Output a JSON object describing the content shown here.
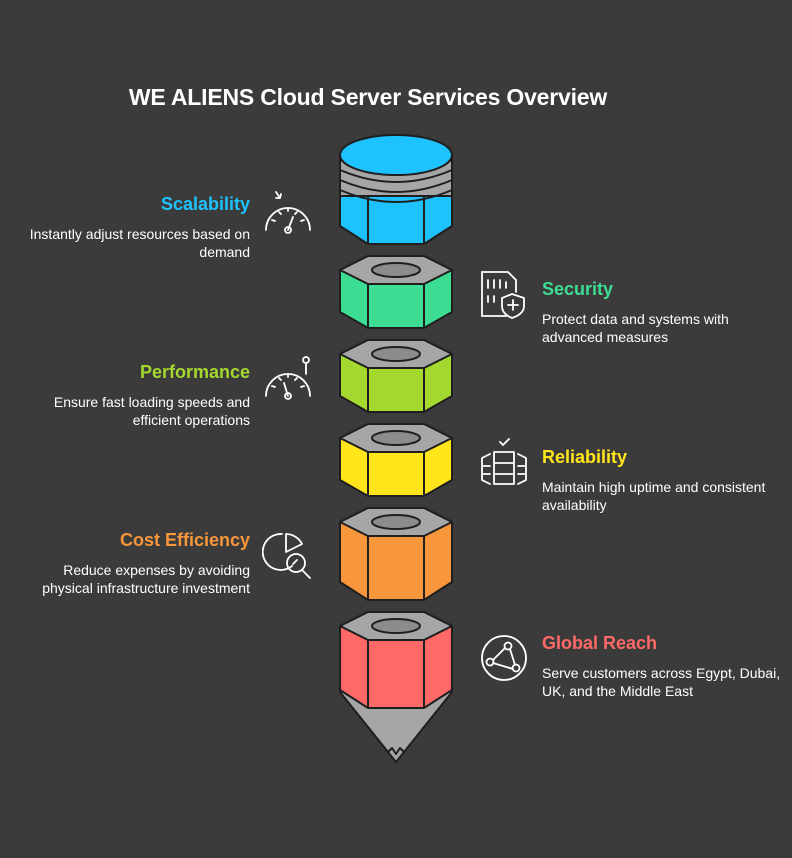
{
  "title": "WE ALIENS Cloud Server Services Overview",
  "colors": {
    "background": "#3b3b3b",
    "outline": "#1f1f1f",
    "cap": "#a6a6a6",
    "blue": "#1ec2ff",
    "green": "#3ddc93",
    "lime": "#a4d82e",
    "yellow": "#ffe51a",
    "orange": "#f7963a",
    "red": "#ff6a68"
  },
  "items": [
    {
      "id": "scalability",
      "heading": "Scalability",
      "description": "Instantly adjust resources based on demand",
      "color": "#1ec2ff",
      "icon": "speedometer-icon"
    },
    {
      "id": "security",
      "heading": "Security",
      "description": "Protect data and systems with advanced measures",
      "color": "#3ddc93",
      "icon": "secure-data-icon"
    },
    {
      "id": "performance",
      "heading": "Performance",
      "description": "Ensure fast loading speeds and efficient operations",
      "color": "#a4d82e",
      "icon": "gauge-icon"
    },
    {
      "id": "reliability",
      "heading": "Reliability",
      "description": "Maintain high uptime and consistent availability",
      "color": "#ffe51a",
      "icon": "server-check-icon"
    },
    {
      "id": "cost_efficiency",
      "heading": "Cost Efficiency",
      "description": "Reduce expenses by avoiding physical infrastructure investment",
      "color": "#f7963a",
      "icon": "pie-chart-search-icon"
    },
    {
      "id": "global_reach",
      "heading": "Global Reach",
      "description": "Serve customers across Egypt, Dubai, UK, and the Middle East",
      "color": "#ff6a68",
      "icon": "globe-network-icon"
    }
  ]
}
